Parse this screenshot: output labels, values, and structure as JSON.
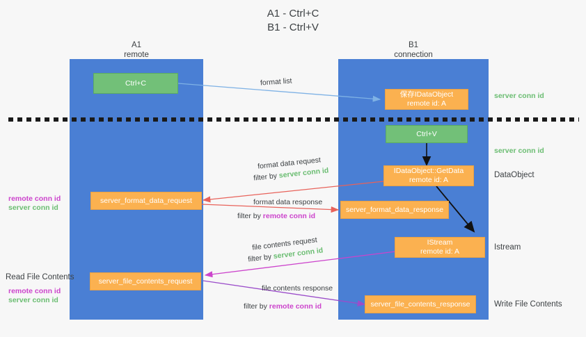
{
  "title": {
    "line1": "A1 - Ctrl+C",
    "line2": "B1 - Ctrl+V"
  },
  "lanes": [
    {
      "name": "A1",
      "sub": "remote"
    },
    {
      "name": "B1",
      "sub": "connection"
    }
  ],
  "nodes": {
    "ctrl_c": {
      "label": "Ctrl+C"
    },
    "ctrl_v": {
      "label": "Ctrl+V"
    },
    "idataobject_recv": {
      "line1": "保存IDataObject",
      "line2": "remote id: A"
    },
    "idataobject_getdata": {
      "line1": "IDataObject::GetData",
      "line2": "remote id: A"
    },
    "istream": {
      "line1": "IStream",
      "line2": "remote id: A"
    },
    "server_format_data_request": {
      "label": "server_format_data_request"
    },
    "server_format_data_response": {
      "label": "server_format_data_response"
    },
    "server_file_contents_request": {
      "label": "server_file_contents_request"
    },
    "server_file_contents_response": {
      "label": "server_file_contents_response"
    }
  },
  "edge_labels": {
    "format_list": "format list",
    "format_data_request": "format data request",
    "format_data_request_filter_pre": "filter by ",
    "format_data_request_filter_key": "server conn id",
    "format_data_response": "format data response",
    "format_data_response_filter_pre": "filter by ",
    "format_data_response_filter_key": "remote conn id",
    "file_contents_request": "file contents request",
    "file_contents_request_filter_pre": "filter by ",
    "file_contents_request_filter_key": "server conn id",
    "file_contents_response": "file contents response",
    "file_contents_response_filter_pre": "filter by ",
    "file_contents_response_filter_key": "remote conn id"
  },
  "right_labels": {
    "server_conn_id_top": "server conn id",
    "server_conn_id_mid": "server conn id",
    "dataobject": "DataObject",
    "istream": "Istream",
    "write_file_contents": "Write File Contents"
  },
  "left_labels": {
    "remote_conn_id_1": "remote conn id",
    "server_conn_id_1": "server conn id",
    "read_file_contents": "Read File Contents",
    "remote_conn_id_2": "remote conn id",
    "server_conn_id_2": "server conn id"
  },
  "colors": {
    "lane": "#4a7fd4",
    "node_green": "#72c078",
    "node_orange": "#fbb150",
    "accent_green_text": "#6bbd72",
    "accent_magenta_text": "#cc44cc",
    "arrow_blue": "#7fb2e5",
    "arrow_red": "#e8625a",
    "arrow_magenta": "#cc44cc",
    "arrow_purple": "#9b4dca",
    "arrow_black": "#111111",
    "background": "#f7f7f7"
  }
}
